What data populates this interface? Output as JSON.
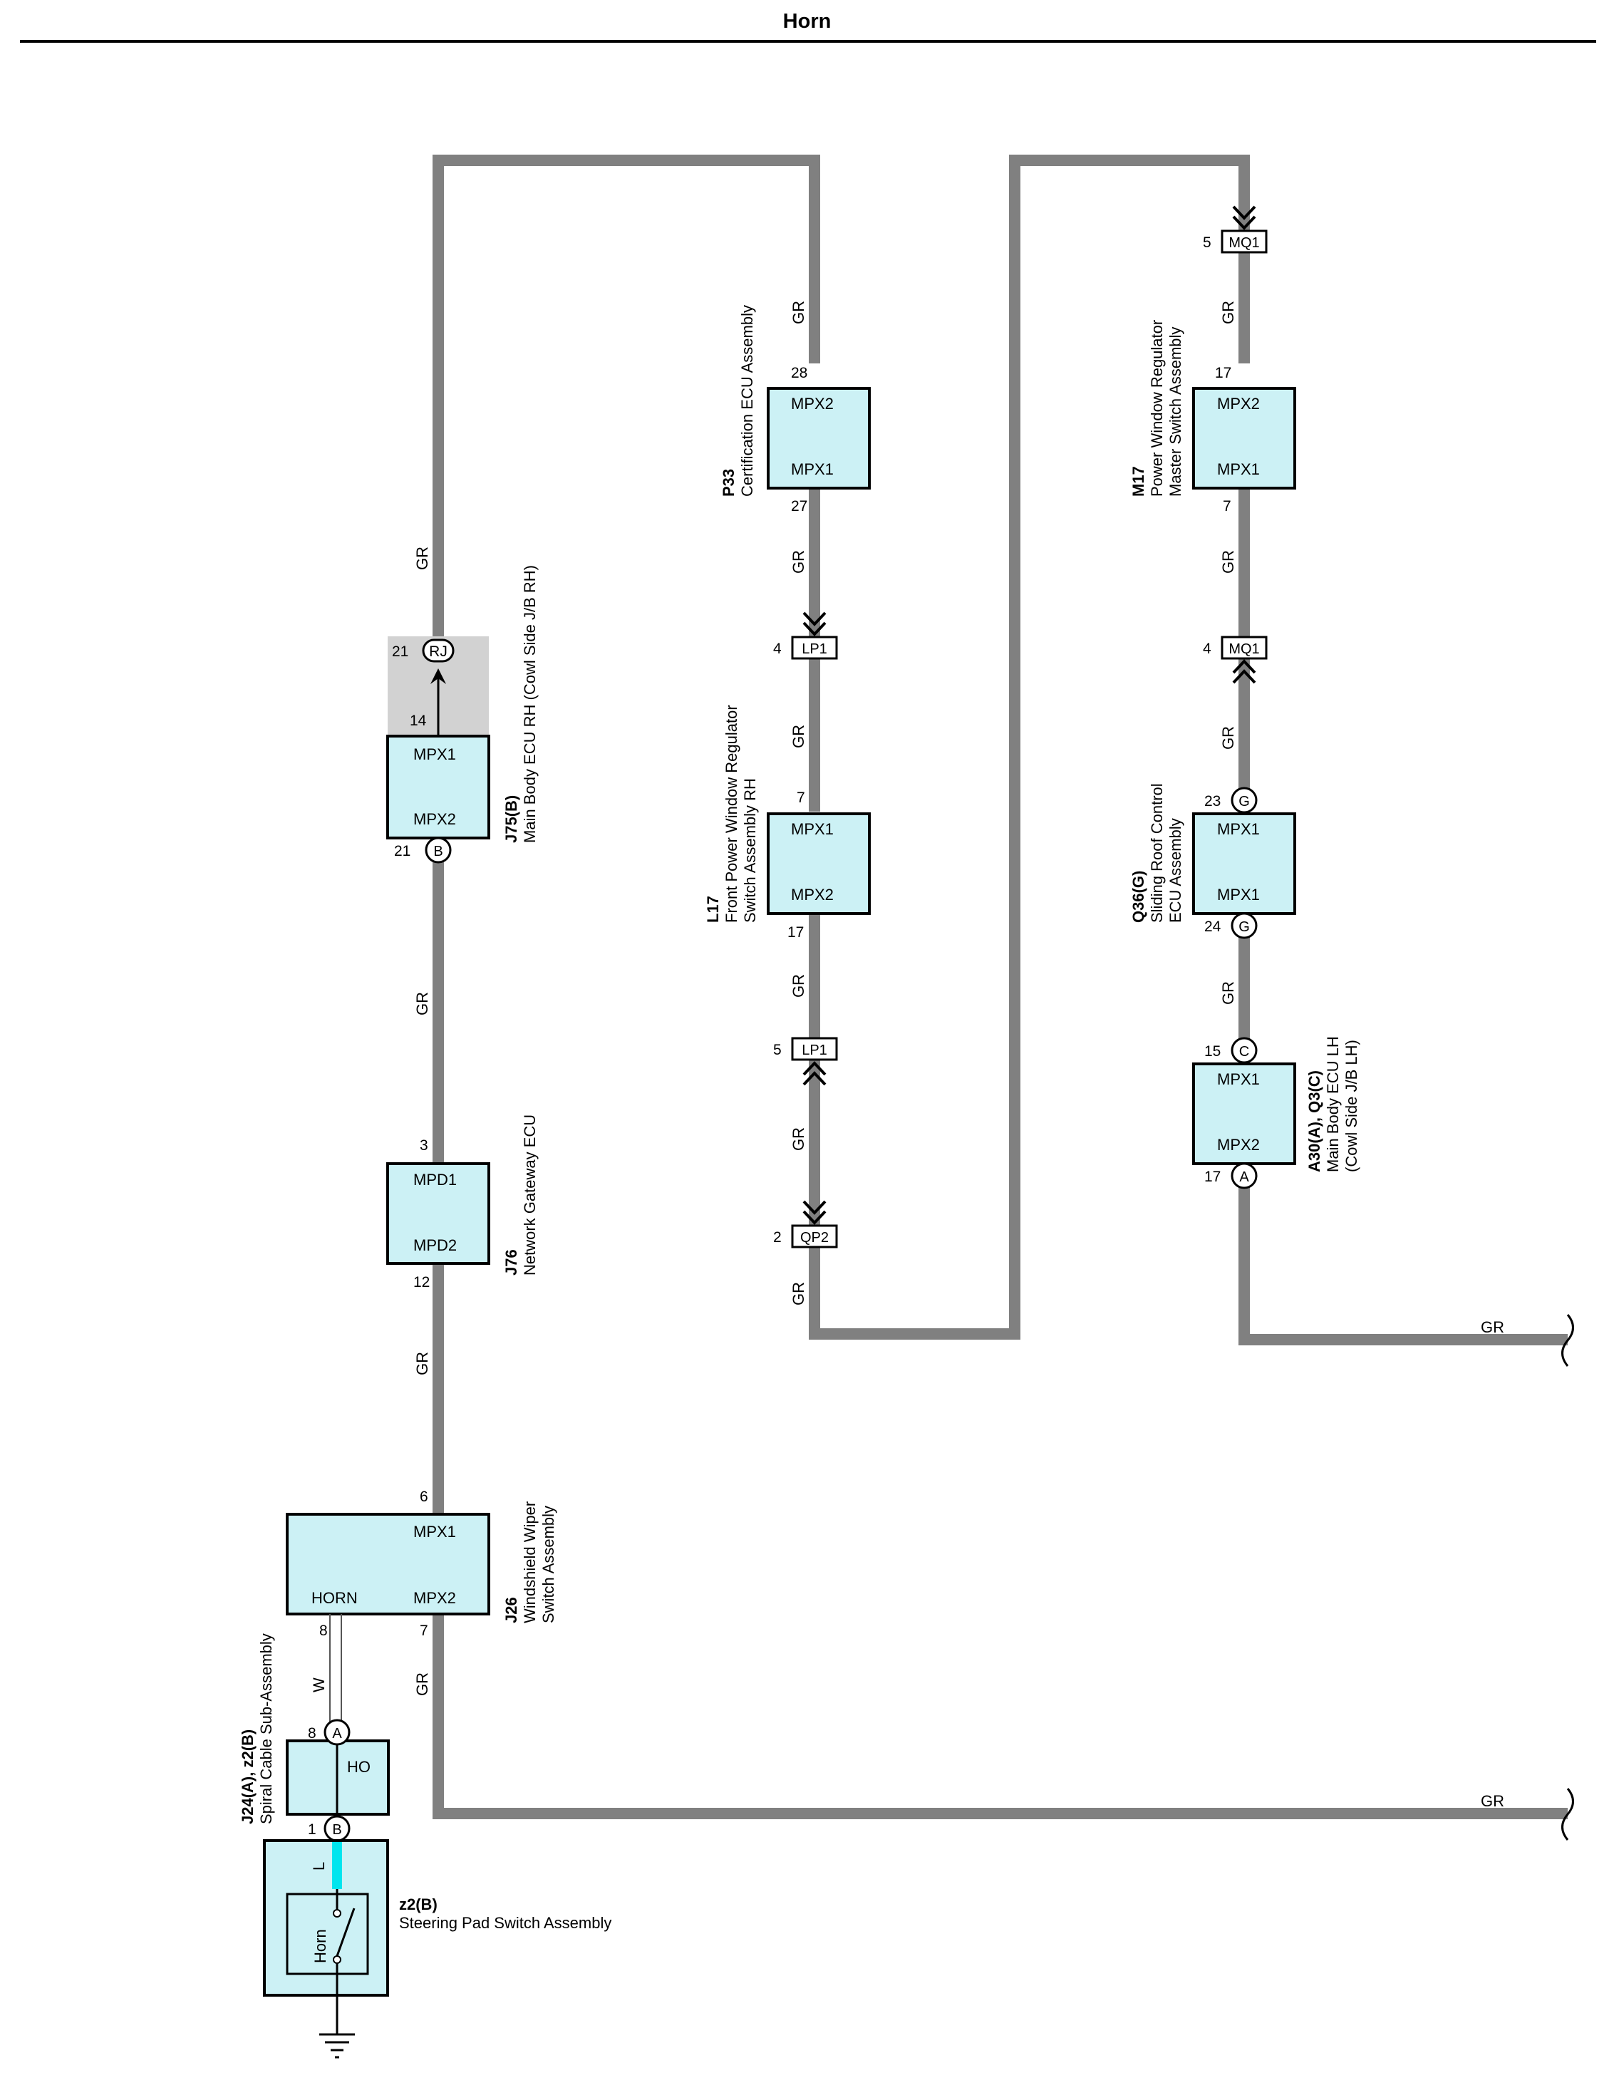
{
  "title": "Horn",
  "wire_colors": {
    "gr": "#808080",
    "thin": "#555555",
    "light_blue": "#00e5ee",
    "box_fill": "#ccf1f5",
    "splice_fill": "#d2d2d2"
  },
  "wire_labels": {
    "gr": "GR",
    "w": "W",
    "l": "L"
  },
  "pins": {
    "p33_mpx2": "28",
    "p33_mpx1": "27",
    "lp1_a_pin": "4",
    "lp1_a": "LP1",
    "l17_mpx1": "7",
    "l17_mpx2": "17",
    "lp1_b_pin": "5",
    "lp1_b": "LP1",
    "qp2_pin": "2",
    "qp2": "QP2",
    "mq1_a_pin": "5",
    "mq1_a": "MQ1",
    "m17_mpx2": "17",
    "m17_mpx1": "7",
    "mq1_b_pin": "4",
    "mq1_b": "MQ1",
    "q36_top": "23",
    "q36_bot": "24",
    "q36_letter": "G",
    "a30_top": "15",
    "a30_top_letter": "C",
    "a30_bot": "17",
    "a30_bot_letter": "A",
    "j75_rj_pin": "21",
    "j75_rj": "RJ",
    "j75_mpx1": "14",
    "j75_mpx2": "21",
    "j75_letter": "B",
    "j76_mpd1": "3",
    "j76_mpd2": "12",
    "j26_mpx1": "6",
    "j26_horn": "8",
    "j26_mpx2": "7",
    "j24_a": "8",
    "j24_a_letter": "A",
    "j24_b": "1",
    "j24_b_letter": "B"
  },
  "components": {
    "p33": {
      "code": "P33",
      "name": "Certification ECU Assembly",
      "t1": "MPX2",
      "t2": "MPX1"
    },
    "l17": {
      "code": "L17",
      "name1": "Front Power Window Regulator",
      "name2": "Switch Assembly RH",
      "t1": "MPX1",
      "t2": "MPX2"
    },
    "m17": {
      "code": "M17",
      "name1": "Power Window Regulator",
      "name2": "Master Switch Assembly",
      "t1": "MPX2",
      "t2": "MPX1"
    },
    "q36": {
      "code": "Q36(G)",
      "name1": "Sliding Roof Control",
      "name2": "ECU Assembly",
      "t1": "MPX1",
      "t2": "MPX1"
    },
    "a30": {
      "code": "A30(A), Q3(C)",
      "name1": "Main Body ECU LH",
      "name2": "(Cowl Side J/B LH)",
      "t1": "MPX1",
      "t2": "MPX2"
    },
    "j75": {
      "code": "J75(B)",
      "name1": "Main Body ECU RH (Cowl Side J/B RH)",
      "t1": "MPX1",
      "t2": "MPX2"
    },
    "j76": {
      "code": "J76",
      "name": "Network Gateway ECU",
      "t1": "MPD1",
      "t2": "MPD2"
    },
    "j26": {
      "code": "J26",
      "name1": "Windshield Wiper",
      "name2": "Switch Assembly",
      "t1": "MPX1",
      "t2": "HORN",
      "t3": "MPX2"
    },
    "j24": {
      "code": "J24(A), z2(B)",
      "name": "Spiral Cable Sub-Assembly",
      "t1": "HO"
    },
    "z2": {
      "code": "z2(B)",
      "name": "Steering Pad Switch Assembly",
      "t1": "Horn"
    }
  }
}
